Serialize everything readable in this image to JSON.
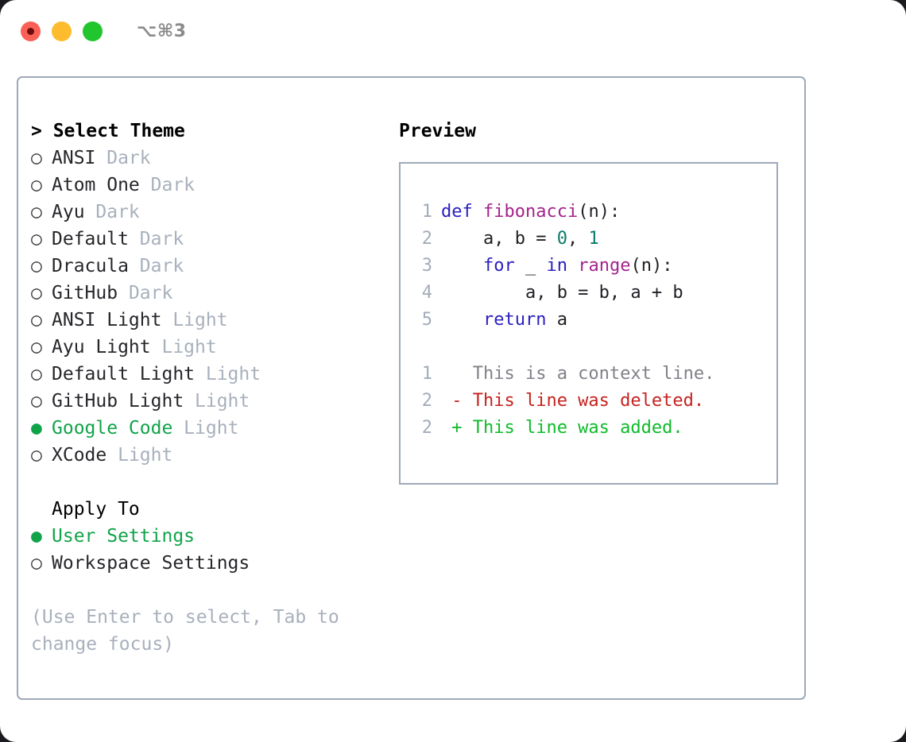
{
  "titlebar": {
    "shortcut": "⌥⌘3",
    "lights": [
      {
        "name": "close",
        "color": "#fb6057"
      },
      {
        "name": "minimize",
        "color": "#fdbc2e"
      },
      {
        "name": "maximize",
        "color": "#21c62f"
      }
    ]
  },
  "theme_section": {
    "heading": "> Select Theme",
    "marker_selected": "●",
    "marker_unselected": "○",
    "items": [
      {
        "name": "ANSI",
        "variant": "Dark",
        "selected": false
      },
      {
        "name": "Atom One",
        "variant": "Dark",
        "selected": false
      },
      {
        "name": "Ayu",
        "variant": "Dark",
        "selected": false
      },
      {
        "name": "Default",
        "variant": "Dark",
        "selected": false
      },
      {
        "name": "Dracula",
        "variant": "Dark",
        "selected": false
      },
      {
        "name": "GitHub",
        "variant": "Dark",
        "selected": false
      },
      {
        "name": "ANSI Light",
        "variant": "Light",
        "selected": false
      },
      {
        "name": "Ayu Light",
        "variant": "Light",
        "selected": false
      },
      {
        "name": "Default Light",
        "variant": "Light",
        "selected": false
      },
      {
        "name": "GitHub Light",
        "variant": "Light",
        "selected": false
      },
      {
        "name": "Google Code",
        "variant": "Light",
        "selected": true
      },
      {
        "name": "XCode",
        "variant": "Light",
        "selected": false
      }
    ]
  },
  "apply_section": {
    "heading": "Apply To",
    "items": [
      {
        "name": "User Settings",
        "selected": true
      },
      {
        "name": "Workspace Settings",
        "selected": false
      }
    ]
  },
  "hint": "(Use Enter to select, Tab to change focus)",
  "preview": {
    "title": "Preview",
    "code_lines": [
      {
        "num": "1",
        "tokens": [
          {
            "t": "def ",
            "c": "kw"
          },
          {
            "t": "fibonacci",
            "c": "fn"
          },
          {
            "t": "(n):",
            "c": "plain"
          }
        ]
      },
      {
        "num": "2",
        "tokens": [
          {
            "t": "    a, b = ",
            "c": "plain"
          },
          {
            "t": "0",
            "c": "num"
          },
          {
            "t": ", ",
            "c": "plain"
          },
          {
            "t": "1",
            "c": "num"
          }
        ]
      },
      {
        "num": "3",
        "tokens": [
          {
            "t": "    ",
            "c": "plain"
          },
          {
            "t": "for",
            "c": "kw"
          },
          {
            "t": " _ ",
            "c": "plain"
          },
          {
            "t": "in",
            "c": "kw"
          },
          {
            "t": " ",
            "c": "plain"
          },
          {
            "t": "range",
            "c": "fn"
          },
          {
            "t": "(n):",
            "c": "plain"
          }
        ]
      },
      {
        "num": "4",
        "tokens": [
          {
            "t": "        a, b = b, a + b",
            "c": "plain"
          }
        ]
      },
      {
        "num": "5",
        "tokens": [
          {
            "t": "    ",
            "c": "plain"
          },
          {
            "t": "return",
            "c": "kw"
          },
          {
            "t": " a",
            "c": "plain"
          }
        ]
      }
    ],
    "diff_lines": [
      {
        "num": "1",
        "sign": " ",
        "text": "This is a context line.",
        "kind": "ctx"
      },
      {
        "num": "2",
        "sign": "-",
        "text": "This line was deleted.",
        "kind": "del"
      },
      {
        "num": "2",
        "sign": "+",
        "text": "This line was added.",
        "kind": "add"
      }
    ]
  },
  "colors": {
    "accent_green": "#11a349",
    "muted": "#a8b0bc",
    "border": "#9fa9b7",
    "keyword": "#2b1fbf",
    "function": "#a4238c",
    "number": "#0c7a6b",
    "diff_added": "#0fbb2a",
    "diff_deleted": "#c5221f"
  }
}
